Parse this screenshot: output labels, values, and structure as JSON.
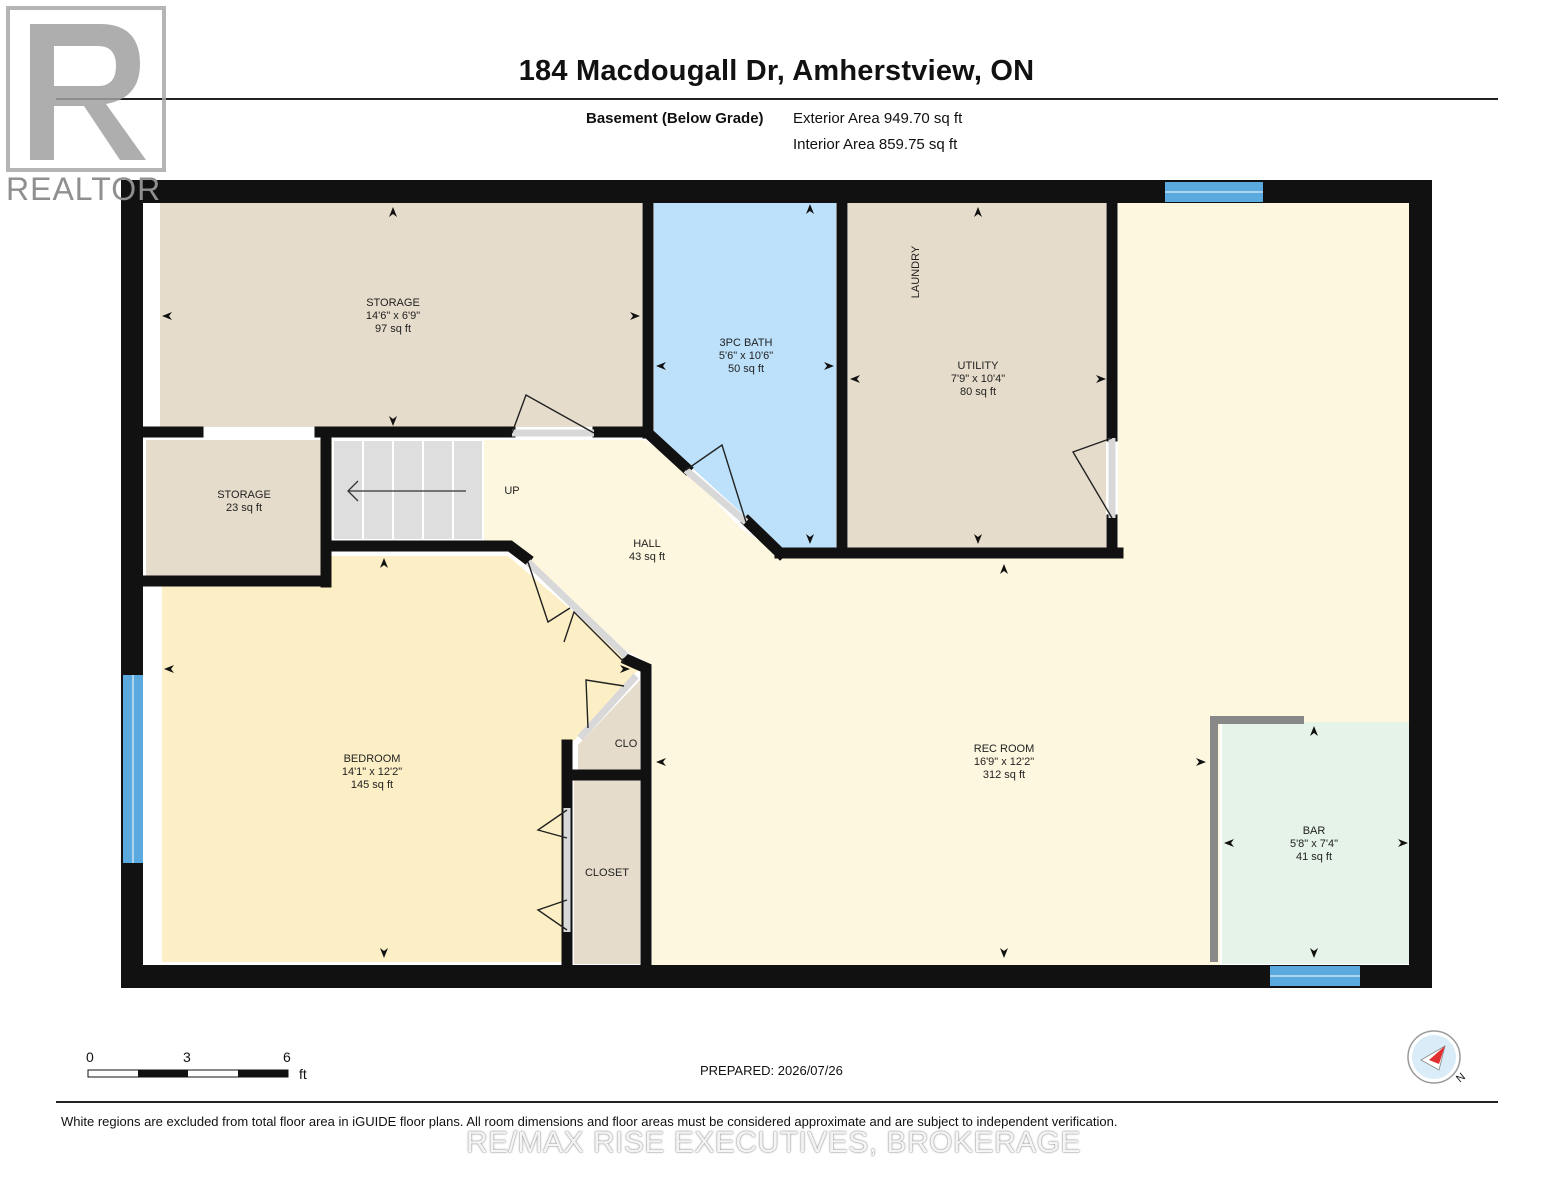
{
  "header": {
    "title": "184 Macdougall Dr, Amherstview, ON",
    "level": "Basement (Below Grade)",
    "exterior_area": "Exterior Area 949.70 sq ft",
    "interior_area": "Interior Area 859.75 sq ft"
  },
  "rooms": [
    {
      "id": "storage-large",
      "name": "STORAGE",
      "dims": "14'6\" x 6'9\"",
      "area": "97 sq ft"
    },
    {
      "id": "storage-small",
      "name": "STORAGE",
      "dims": "",
      "area": "23 sq ft"
    },
    {
      "id": "bath",
      "name": "3PC BATH",
      "dims": "5'6\" x 10'6\"",
      "area": "50 sq ft"
    },
    {
      "id": "utility",
      "name": "UTILITY",
      "dims": "7'9\" x 10'4\"",
      "area": "80 sq ft"
    },
    {
      "id": "hall",
      "name": "HALL",
      "dims": "",
      "area": "43 sq ft"
    },
    {
      "id": "bedroom",
      "name": "BEDROOM",
      "dims": "14'1\" x 12'2\"",
      "area": "145 sq ft"
    },
    {
      "id": "rec-room",
      "name": "REC ROOM",
      "dims": "16'9\" x 12'2\"",
      "area": "312 sq ft"
    },
    {
      "id": "bar",
      "name": "BAR",
      "dims": "5'8\" x 7'4\"",
      "area": "41 sq ft"
    }
  ],
  "labels": {
    "laundry": "LAUNDRY",
    "up": "UP",
    "clo": "CLO",
    "closet": "CLOSET"
  },
  "scale": {
    "ticks": [
      "0",
      "3",
      "6"
    ],
    "unit": "ft"
  },
  "footer": {
    "prepared": "PREPARED: 2026/07/26",
    "disclaimer": "White regions are excluded from total floor area in iGUIDE floor plans. All room dimensions and floor areas must be considered approximate and are subject to independent verification.",
    "brokerage": "RE/MAX RISE EXECUTIVES, BROKERAGE"
  },
  "watermark": {
    "realtor": "REALTOR"
  },
  "compass": {
    "north": "N"
  },
  "colors": {
    "wall": "#111111",
    "storage": "#e6dccb",
    "bath": "#bde1fb",
    "utility": "#e6dccb",
    "hall": "#fef7df",
    "bedroom": "#fdefc5",
    "bar": "#e6f3e8",
    "closet": "#e6dccb",
    "window": "#5aa9df",
    "accent": "#e03030"
  }
}
